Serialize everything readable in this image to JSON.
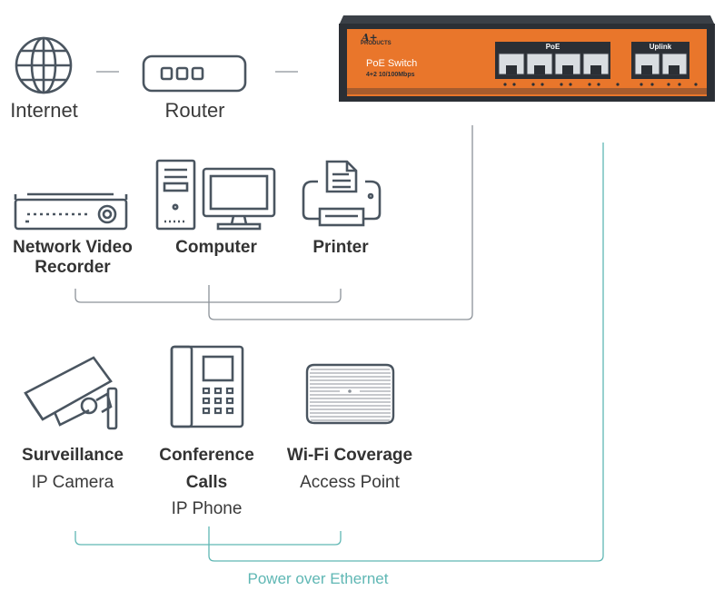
{
  "switch": {
    "brand": "PRODUCTS",
    "name": "PoE Switch",
    "spec": "4+2 10/100Mbps",
    "poe_label": "PoE",
    "uplink_label": "Uplink"
  },
  "top_row": {
    "internet": "Internet",
    "router": "Router"
  },
  "wired_devices": {
    "nvr_line1": "Network Video",
    "nvr_line2": "Recorder",
    "computer": "Computer",
    "printer": "Printer"
  },
  "poe_devices": {
    "camera_line1": "Surveillance",
    "camera_line2": "IP Camera",
    "phone_line1": "Conference",
    "phone_line2": "Calls",
    "phone_line3": "IP Phone",
    "ap_line1": "Wi-Fi Coverage",
    "ap_line2": "Access Point"
  },
  "footer": {
    "poe_caption": "Power over Ethernet"
  },
  "colors": {
    "icon_stroke": "#4a5560",
    "data_line": "#8c9299",
    "poe_line": "#5fb7b4",
    "switch_orange": "#e9762b",
    "switch_body": "#2b2f35"
  }
}
